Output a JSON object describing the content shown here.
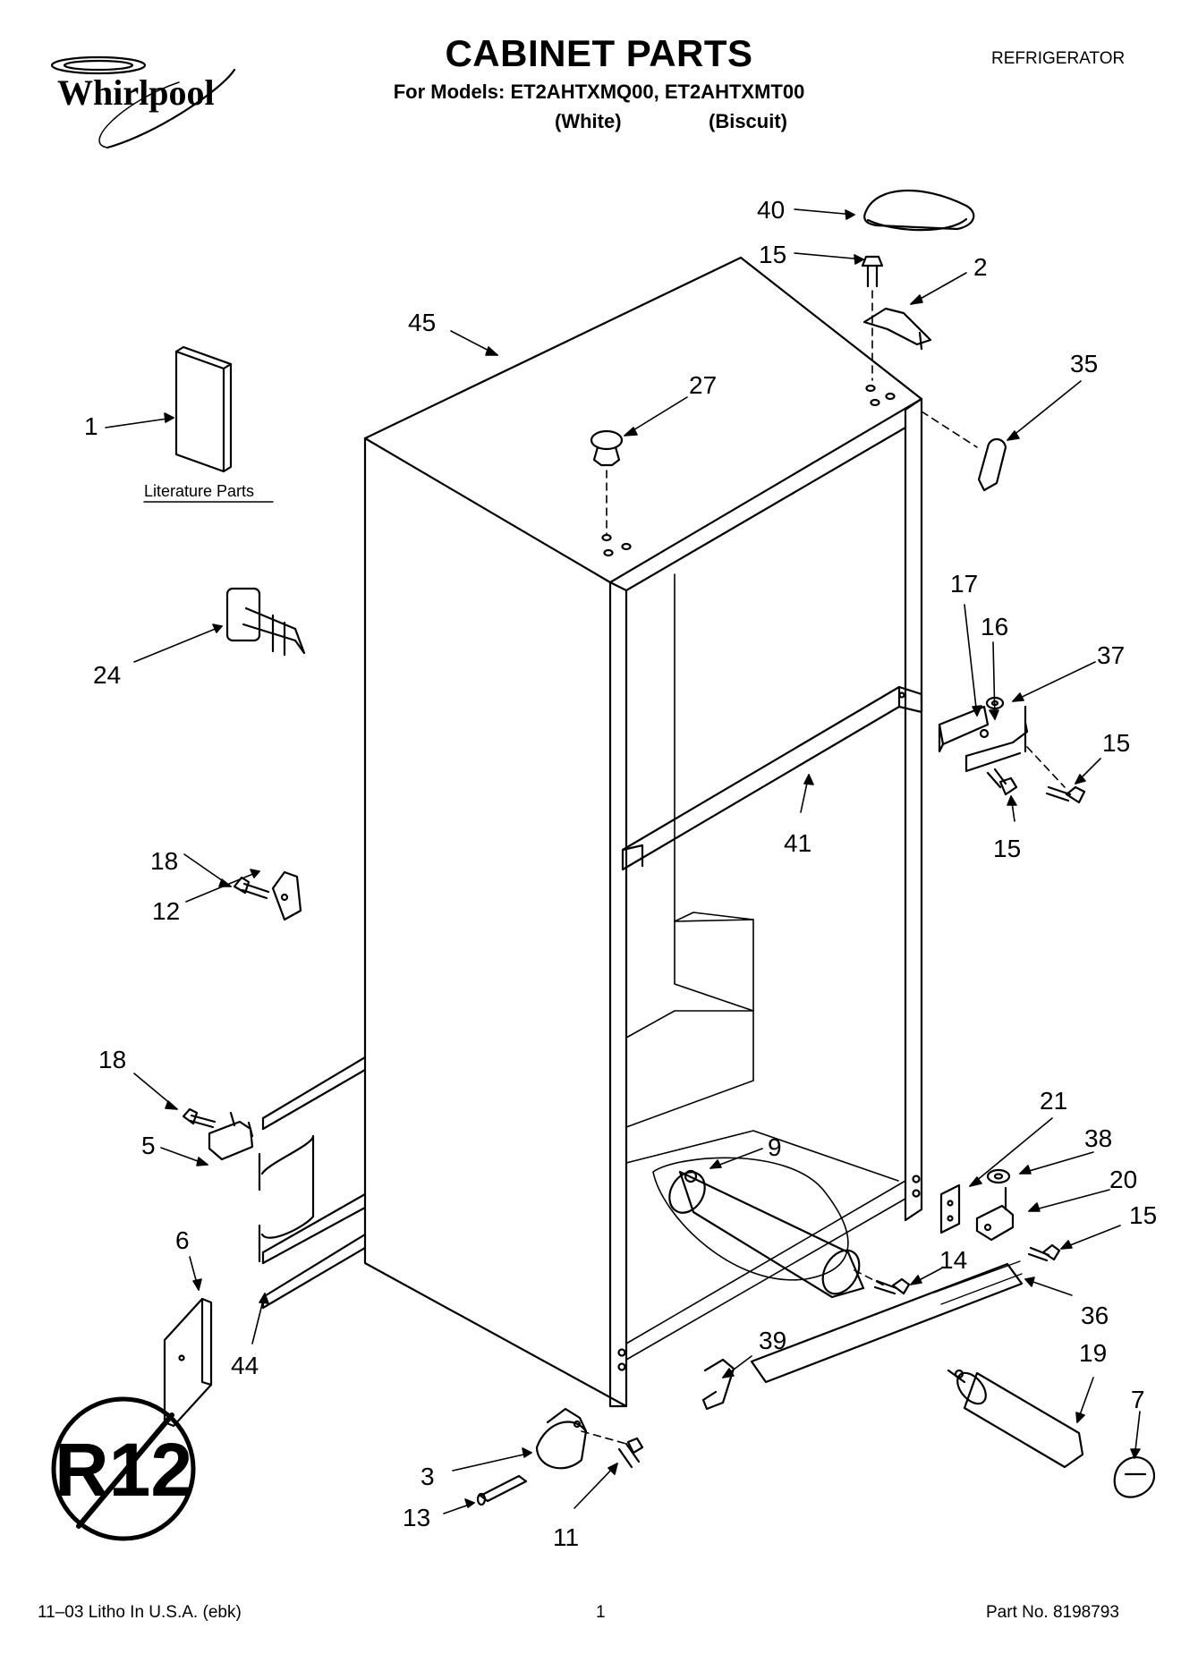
{
  "header": {
    "title": "CABINET PARTS",
    "models_line": "For Models: ET2AHTXMQ00, ET2AHTXMT00",
    "variant_white": "(White)",
    "variant_biscuit": "(Biscuit)",
    "category": "REFRIGERATOR",
    "brand": "Whirlpool"
  },
  "diagram": {
    "literature_label": "Literature Parts",
    "badge_text": "R12",
    "callouts": [
      "40",
      "15",
      "2",
      "45",
      "35",
      "27",
      "1",
      "24",
      "17",
      "16",
      "37",
      "15",
      "15",
      "41",
      "18",
      "12",
      "18",
      "5",
      "9",
      "21",
      "38",
      "20",
      "15",
      "14",
      "36",
      "6",
      "44",
      "39",
      "19",
      "7",
      "3",
      "13",
      "11"
    ]
  },
  "footer": {
    "litho": "11–03 Litho In U.S.A. (ebk)",
    "page": "1",
    "part_no": "Part No. 8198793"
  }
}
